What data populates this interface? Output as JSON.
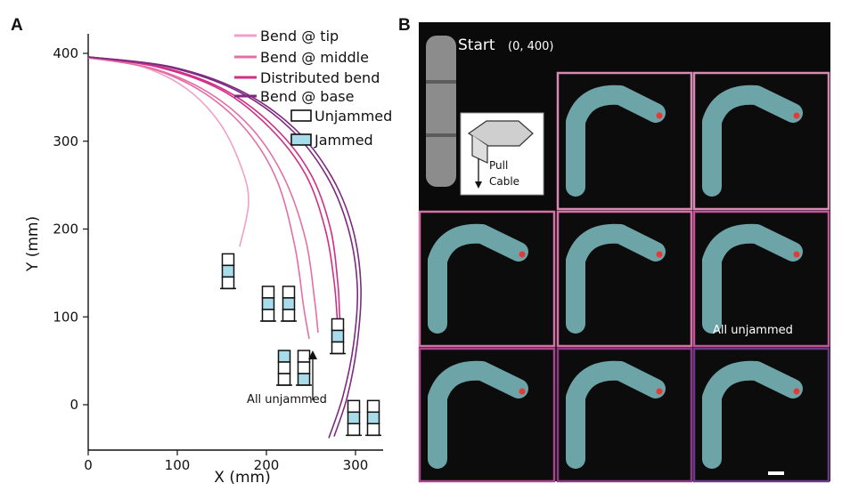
{
  "figure": {
    "panel_a_letter": "A",
    "panel_b_letter": "B",
    "annotation_unjammed": "All unjammed",
    "start_label": "Start",
    "start_coords": "(0, 400)",
    "photo_all_unjammed": "All unjammed",
    "inset_pull": "Pull",
    "inset_cable": "Cable"
  },
  "chart_data": {
    "type": "line",
    "title": "",
    "xlabel": "X (mm)",
    "ylabel": "Y (mm)",
    "xlim": [
      0,
      340
    ],
    "ylim": [
      -40,
      420
    ],
    "xticks": [
      0,
      100,
      200,
      300
    ],
    "yticks": [
      0,
      100,
      200,
      300,
      400
    ],
    "grid": false,
    "legend_position": "top-right",
    "series": [
      {
        "name": "Bend @ tip",
        "color": "#f0a0c8",
        "curves": [
          [
            [
              0,
              395
            ],
            [
              60,
              385
            ],
            [
              110,
              360
            ],
            [
              148,
              320
            ],
            [
              172,
              270
            ],
            [
              180,
              230
            ],
            [
              170,
              180
            ]
          ]
        ]
      },
      {
        "name": "Bend @ middle",
        "color": "#e36fa6",
        "curves": [
          [
            [
              0,
              395
            ],
            [
              70,
              383
            ],
            [
              130,
              355
            ],
            [
              178,
              312
            ],
            [
              212,
              255
            ],
            [
              232,
              180
            ],
            [
              242,
              110
            ],
            [
              248,
              75
            ]
          ],
          [
            [
              0,
              395
            ],
            [
              72,
              383
            ],
            [
              134,
              356
            ],
            [
              184,
              314
            ],
            [
              220,
              258
            ],
            [
              244,
              188
            ],
            [
              254,
              120
            ],
            [
              258,
              82
            ]
          ]
        ]
      },
      {
        "name": "Distributed bend",
        "color": "#cf2f85",
        "curves": [
          [
            [
              0,
              396
            ],
            [
              80,
              384
            ],
            [
              150,
              358
            ],
            [
              204,
              315
            ],
            [
              244,
              262
            ],
            [
              266,
              200
            ],
            [
              276,
              140
            ],
            [
              280,
              90
            ],
            [
              282,
              62
            ]
          ],
          [
            [
              0,
              396
            ],
            [
              84,
              384
            ],
            [
              154,
              358
            ],
            [
              210,
              315
            ],
            [
              250,
              262
            ],
            [
              272,
              200
            ],
            [
              280,
              140
            ],
            [
              282,
              105
            ],
            [
              283,
              88
            ]
          ]
        ]
      },
      {
        "name": "Bend @ base",
        "color": "#7e2a80",
        "curves": [
          [
            [
              0,
              396
            ],
            [
              88,
              385
            ],
            [
              166,
              358
            ],
            [
              226,
              315
            ],
            [
              268,
              260
            ],
            [
              292,
              200
            ],
            [
              302,
              135
            ],
            [
              298,
              70
            ],
            [
              286,
              10
            ],
            [
              270,
              -38
            ]
          ],
          [
            [
              0,
              396
            ],
            [
              92,
              385
            ],
            [
              170,
              358
            ],
            [
              231,
              315
            ],
            [
              273,
              260
            ],
            [
              297,
              200
            ],
            [
              306,
              135
            ],
            [
              302,
              70
            ],
            [
              291,
              10
            ],
            [
              276,
              -36
            ]
          ]
        ]
      }
    ],
    "legend_markers": [
      {
        "name": "Unjammed",
        "fill": "#ffffff"
      },
      {
        "name": "Jammed",
        "fill": "#a9dceb"
      }
    ],
    "jam_markers": [
      {
        "x": 157,
        "y": 152,
        "cells": [
          "u",
          "j",
          "u"
        ]
      },
      {
        "x": 202,
        "y": 115,
        "cells": [
          "u",
          "j",
          "u"
        ]
      },
      {
        "x": 225,
        "y": 115,
        "cells": [
          "u",
          "j",
          "u"
        ]
      },
      {
        "x": 220,
        "y": 42,
        "cells": [
          "j",
          "u",
          "u"
        ]
      },
      {
        "x": 242,
        "y": 42,
        "cells": [
          "u",
          "u",
          "j"
        ]
      },
      {
        "x": 280,
        "y": 78,
        "cells": [
          "u",
          "j",
          "u"
        ]
      },
      {
        "x": 298,
        "y": -15,
        "cells": [
          "u",
          "j",
          "u"
        ]
      },
      {
        "x": 320,
        "y": -15,
        "cells": [
          "u",
          "j",
          "u"
        ]
      }
    ]
  }
}
